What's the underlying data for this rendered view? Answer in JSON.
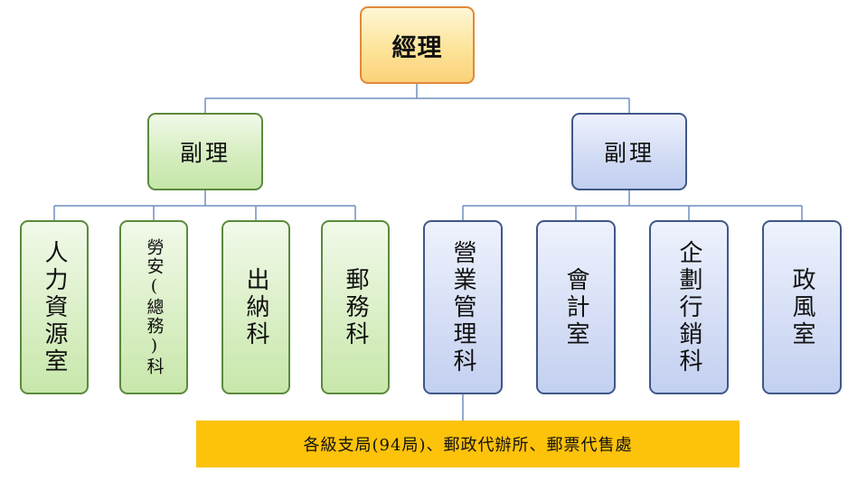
{
  "chart": {
    "general_manager": "經理",
    "deputies": [
      {
        "label": "副理",
        "side": "left",
        "color": "green"
      },
      {
        "label": "副理",
        "side": "right",
        "color": "blue"
      }
    ],
    "left_units": [
      {
        "label": "人力資源室"
      },
      {
        "label": "勞安(總務)科"
      },
      {
        "label": "出納科"
      },
      {
        "label": "郵務科"
      }
    ],
    "right_units": [
      {
        "label": "營業管理科"
      },
      {
        "label": "會計室"
      },
      {
        "label": "企劃行銷科"
      },
      {
        "label": "政風室"
      }
    ],
    "branches": "各級支局(94局)、郵政代辦所、郵票代售處"
  },
  "colors": {
    "manager_border": "#e1883a",
    "manager_fill": "#fde49a",
    "left_border": "#5a8a3c",
    "left_fill": "#d5edbf",
    "right_border": "#3f5888",
    "right_fill": "#d2dcf5",
    "branch_fill": "#fdc20a",
    "connector": "#6f8fbf"
  }
}
